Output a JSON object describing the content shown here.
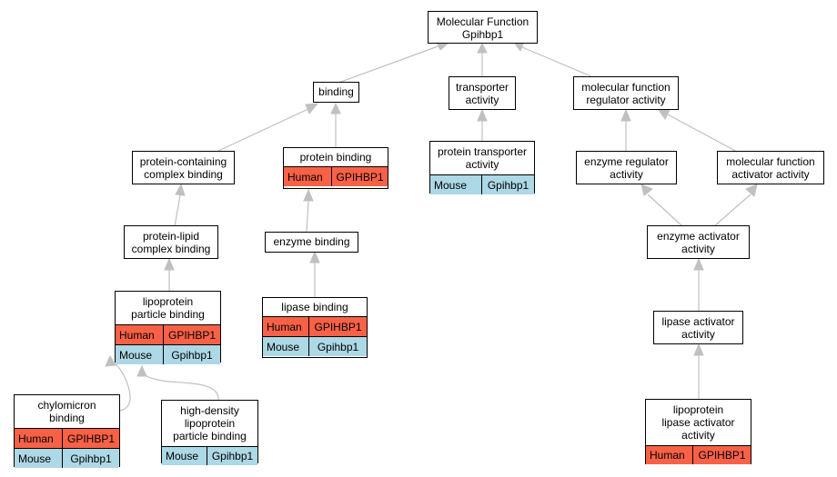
{
  "nodes": {
    "root": [
      "Molecular Function",
      "Gpihbp1"
    ],
    "binding": [
      "binding"
    ],
    "transporter": [
      "transporter",
      "activity"
    ],
    "mfreg": [
      "molecular function",
      "regulator activity"
    ],
    "pcbind": [
      "protein-containing",
      "complex binding"
    ],
    "protbind": [
      "protein binding"
    ],
    "prottrans": [
      "protein transporter",
      "activity"
    ],
    "enzreg": [
      "enzyme regulator",
      "activity"
    ],
    "mfact": [
      "molecular function",
      "activator activity"
    ],
    "plcbind": [
      "protein-lipid",
      "complex binding"
    ],
    "enzbind": [
      "enzyme binding"
    ],
    "enzact": [
      "enzyme activator",
      "activity"
    ],
    "lppbind": [
      "lipoprotein",
      "particle binding"
    ],
    "lipbind": [
      "lipase binding"
    ],
    "lipact": [
      "lipase activator",
      "activity"
    ],
    "chylo": [
      "chylomicron",
      "binding"
    ],
    "hdl": [
      "high-density",
      "lipoprotein",
      "particle binding"
    ],
    "lplact": [
      "lipoprotein",
      "lipase activator",
      "activity"
    ]
  },
  "species": {
    "human": "Human",
    "mouse": "Mouse"
  },
  "genes": {
    "human": "GPIHBP1",
    "mouse": "Gpihbp1"
  },
  "colors": {
    "human": "#f96147",
    "mouse": "#add8e6",
    "edge": "#c0c0c0"
  }
}
